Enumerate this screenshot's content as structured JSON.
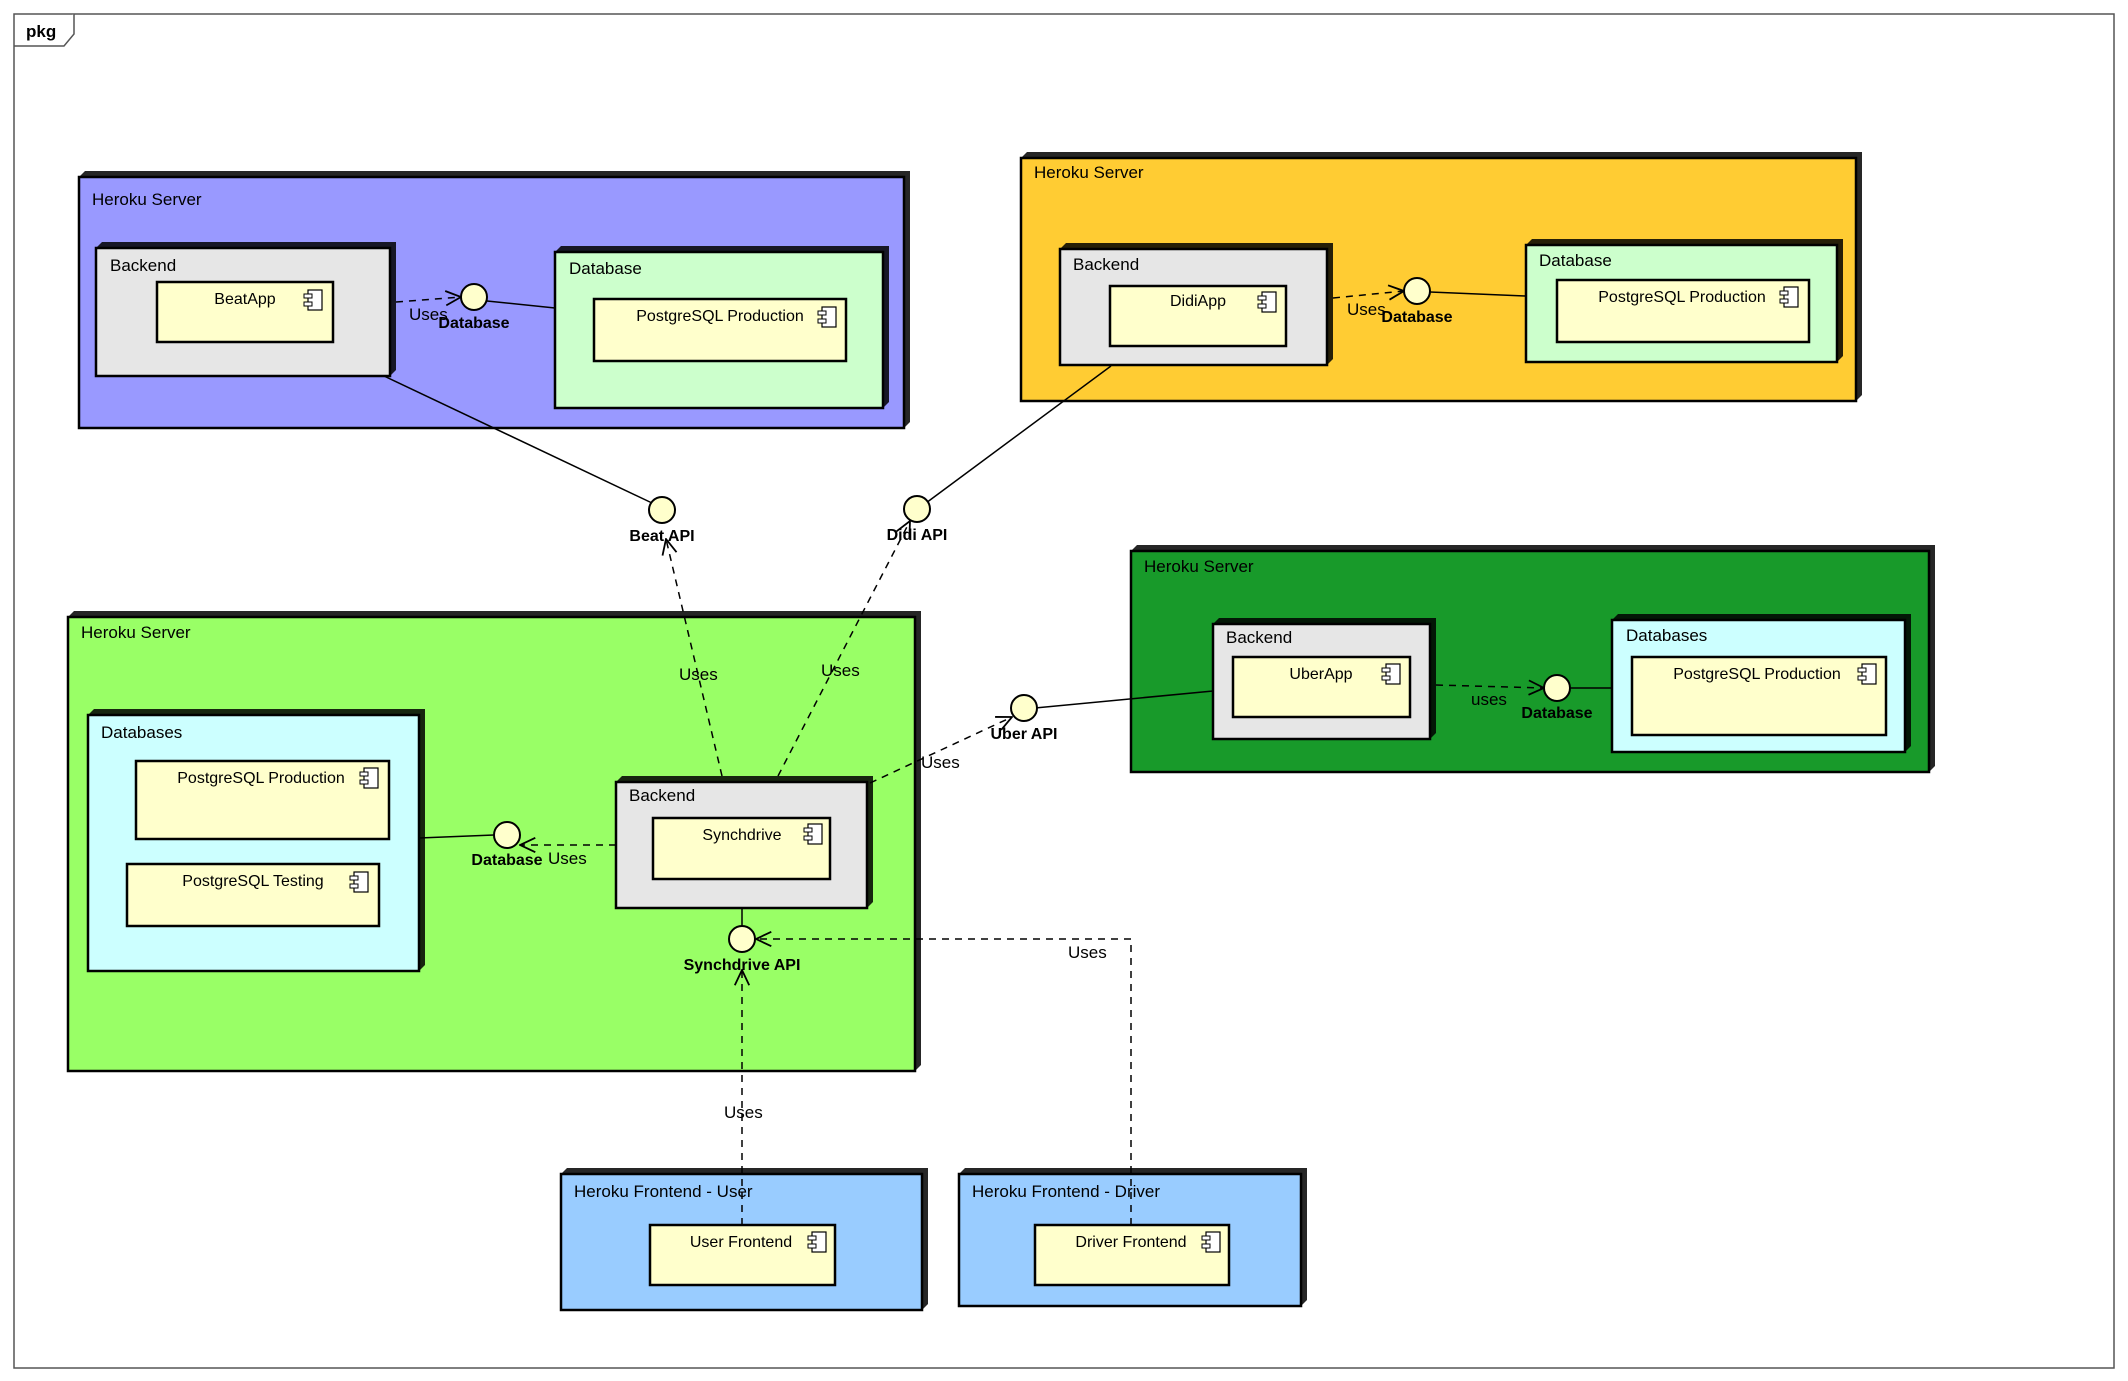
{
  "frame": {
    "label": "pkg"
  },
  "colors": {
    "beat_server": "#9999ff",
    "didi_server": "#ffcc33",
    "uber_server": "#189a2a",
    "sync_server": "#99ff66",
    "frontend": "#99ccff",
    "backend": "#e6e6e6",
    "db_green": "#ccffcc",
    "db_cyan": "#ccffff",
    "component": "#ffffcc",
    "interface": "#ffffcc"
  },
  "nodes": {
    "beat_server": {
      "title": "Heroku Server"
    },
    "beat_backend": {
      "title": "Backend"
    },
    "beat_db_node": {
      "title": "Database"
    },
    "didi_server": {
      "title": "Heroku Server"
    },
    "didi_backend": {
      "title": "Backend"
    },
    "didi_db_node": {
      "title": "Database"
    },
    "uber_server": {
      "title": "Heroku Server"
    },
    "uber_backend": {
      "title": "Backend"
    },
    "uber_db_node": {
      "title": "Databases"
    },
    "sync_server": {
      "title": "Heroku Server"
    },
    "sync_db_node": {
      "title": "Databases"
    },
    "sync_backend": {
      "title": "Backend"
    },
    "user_frontend_node": {
      "title": "Heroku Frontend - User"
    },
    "driver_frontend_node": {
      "title": "Heroku Frontend - Driver"
    }
  },
  "components": {
    "beatapp": "BeatApp",
    "beat_pg": "PostgreSQL Production",
    "didiapp": "DidiApp",
    "didi_pg": "PostgreSQL Production",
    "uberapp": "UberApp",
    "uber_pg": "PostgreSQL Production",
    "sync_pg_prod": "PostgreSQL Production",
    "sync_pg_test": "PostgreSQL Testing",
    "synchdrive": "Synchdrive",
    "user_frontend": "User Frontend",
    "driver_frontend": "Driver Frontend"
  },
  "interfaces": {
    "beat_database": "Database",
    "didi_database": "Database",
    "uber_database": "Database",
    "sync_database": "Database",
    "beat_api": "Beat API",
    "didi_api": "Didi API",
    "uber_api": "Uber API",
    "synchdrive_api": "Synchdrive API"
  },
  "edge_labels": {
    "beat_uses_db": "Uses",
    "didi_uses_db": "Uses",
    "uber_uses_db": "uses",
    "sync_uses_db": "Uses",
    "sync_uses_beat": "Uses",
    "sync_uses_didi": "Uses",
    "sync_uses_uber": "Uses",
    "driver_uses_sync": "Uses",
    "user_uses_sync": "Uses"
  }
}
